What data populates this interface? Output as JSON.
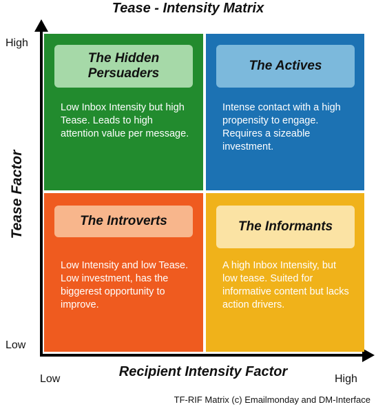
{
  "title": "Tease - Intensity Matrix",
  "y_axis": {
    "label": "Tease Factor",
    "high": "High",
    "low": "Low"
  },
  "x_axis": {
    "label": "Recipient Intensity Factor",
    "low": "Low",
    "high": "High"
  },
  "credit": "TF-RIF Matrix (c) Emailmonday and DM-Interface",
  "quadrants": {
    "hidden": {
      "name": "The Hidden Persuaders",
      "description": "Low Inbox Intensity but high Tease. Leads to high attention value per message.",
      "color": "#228b2e"
    },
    "actives": {
      "name": "The Actives",
      "description": "Intense contact with a high propensity to engage. Requires a sizeable investment.",
      "color": "#1c72b3"
    },
    "introverts": {
      "name": "The Introverts",
      "description": "Low Intensity and low Tease. Low investment, has the biggerest opportunity to improve.",
      "color": "#ef5b1f"
    },
    "informants": {
      "name": "The Informants",
      "description": "A high Inbox Intensity, but low tease. Suited for informative content but lacks action drivers.",
      "color": "#f0b21a"
    }
  }
}
